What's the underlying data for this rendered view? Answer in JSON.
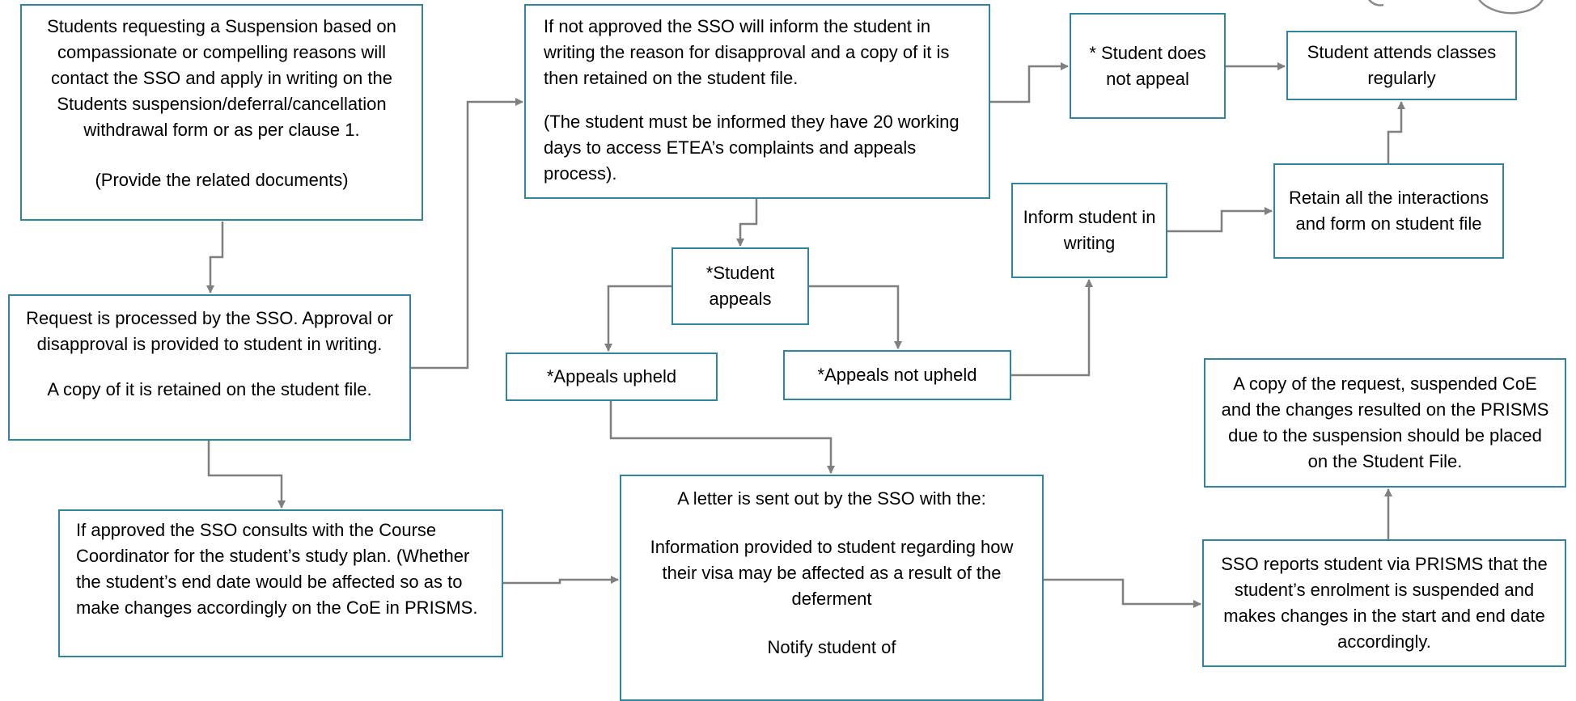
{
  "boxes": {
    "request": {
      "line1": "Students requesting a Suspension based on compassionate or compelling reasons will contact the SSO and apply in writing on the Students suspension/deferral/cancellation withdrawal form or as per clause 1.",
      "line2": "(Provide the related documents)"
    },
    "processed": {
      "line1": "Request is processed by the SSO. Approval or disapproval is provided to student in writing.",
      "line2": "A copy of it is retained on the student file."
    },
    "approved": {
      "text": "If approved the SSO consults with the Course Coordinator for the student’s study plan. (Whether the student’s end date would be affected so as to make changes accordingly on the CoE in PRISMS."
    },
    "not_approved": {
      "line1": "If not approved the SSO will inform the student in writing the reason for disapproval and a copy of it is then retained on the student file.",
      "line2": "(The student must be informed they have 20 working days to access ETEA’s complaints and appeals process)."
    },
    "student_appeals": {
      "text": "*Student appeals"
    },
    "appeals_upheld": {
      "text": "*Appeals upheld"
    },
    "appeals_not_upheld": {
      "text": "*Appeals not upheld"
    },
    "no_appeal": {
      "text": "* Student does not appeal"
    },
    "attends": {
      "text": "Student attends classes regularly"
    },
    "inform": {
      "text": "Inform student in writing"
    },
    "retain": {
      "text": "Retain all the interactions and form on student file"
    },
    "letter": {
      "line1": "A letter is sent out by the SSO with the:",
      "line2": "Information provided to student regarding how their visa may be affected as a result of the deferment",
      "line3": "Notify student of"
    },
    "prisms_report": {
      "text": "SSO reports student via PRISMS that the student’s enrolment is suspended and makes changes in the start and end date accordingly."
    },
    "copy_request": {
      "text": "A copy of the request, suspended CoE and the changes resulted on the PRISMS due to the suspension should be placed on the Student File."
    }
  },
  "colors": {
    "box_border": "#31849b",
    "connector": "#7f7f7f"
  }
}
